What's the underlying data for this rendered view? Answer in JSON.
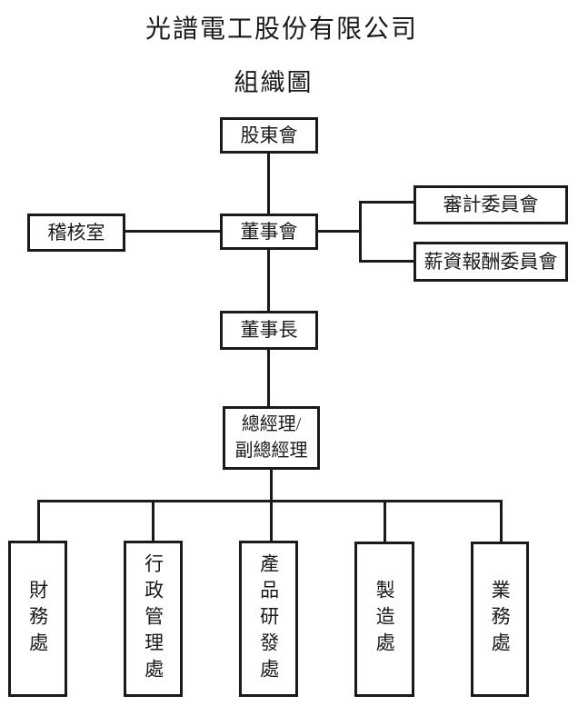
{
  "title": "光譜電工股份有限公司",
  "subtitle": "組織圖",
  "colors": {
    "background": "#ffffff",
    "line": "#1a1a1a",
    "text": "#1a1a1a"
  },
  "org": {
    "shareholders": {
      "label": "股東會"
    },
    "audit_office": {
      "label": "稽核室"
    },
    "board": {
      "label": "董事會"
    },
    "audit_committee": {
      "label": "審計委員會"
    },
    "compensation_committee": {
      "label": "薪資報酬委員會"
    },
    "chairman": {
      "label": "董事長"
    },
    "general_manager": {
      "label": "總經理/\n副總經理"
    },
    "departments": [
      {
        "label": "財務處"
      },
      {
        "label": "行政管理處"
      },
      {
        "label": "產品研發處"
      },
      {
        "label": "製造處"
      },
      {
        "label": "業務處"
      }
    ]
  }
}
